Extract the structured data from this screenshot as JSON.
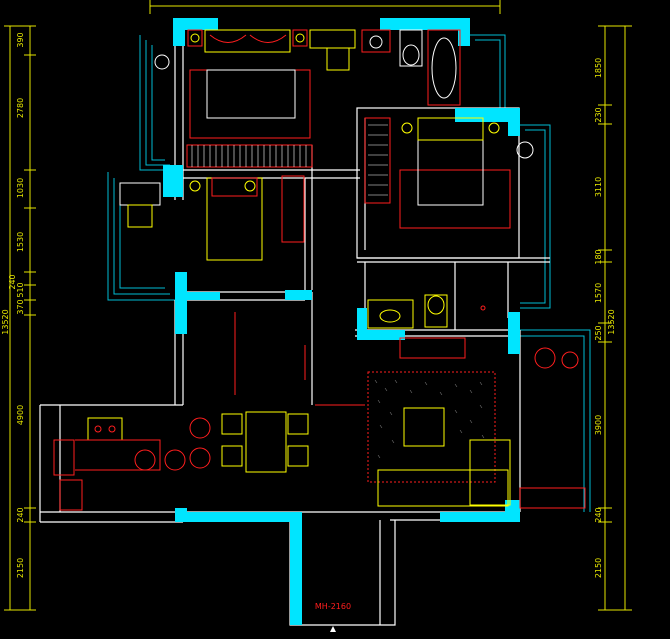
{
  "plan": {
    "left_dims": [
      "390",
      "2780",
      "1030",
      "1530",
      "240",
      "510",
      "370",
      "13520",
      "4900",
      "240",
      "2150"
    ],
    "right_dims": [
      "1850",
      "230",
      "3110",
      "180",
      "1570",
      "250",
      "13520",
      "3900",
      "240",
      "2150"
    ],
    "door_label": "MH-2160"
  },
  "colors": {
    "background": "#000000",
    "wall": "#ffffff",
    "column": "#00e5ff",
    "furniture_red": "#ff1e1e",
    "furniture_yellow": "#ffff00",
    "dimension": "#e6e600",
    "window": "#00bcd4"
  }
}
